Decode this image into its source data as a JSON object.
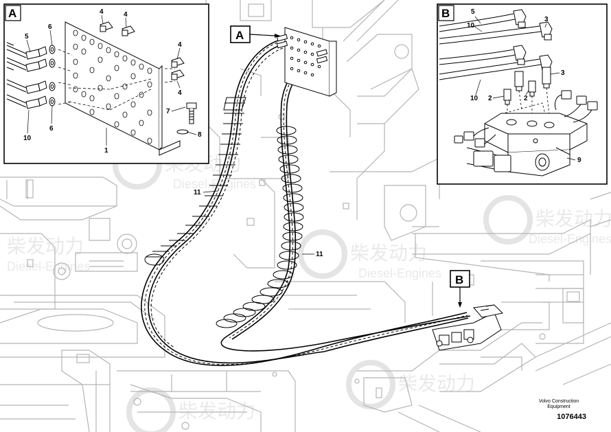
{
  "watermark": {
    "cn": "柴发动力",
    "en": "Diesel-Engines"
  },
  "detail_a": {
    "label": "A",
    "callouts": [
      "4",
      "4",
      "6",
      "5",
      "4",
      "4",
      "7",
      "8",
      "6",
      "10",
      "1"
    ]
  },
  "detail_b": {
    "label": "B",
    "callouts": [
      "5",
      "10",
      "3",
      "10",
      "2",
      "2",
      "3",
      "9"
    ]
  },
  "main": {
    "label_a": "A",
    "label_b": "B",
    "hose_label_left": "11",
    "hose_label_right": "11"
  },
  "footer": {
    "brand_line1": "Volvo Construction",
    "brand_line2": "Equipment",
    "drawing_number": "1076443"
  }
}
